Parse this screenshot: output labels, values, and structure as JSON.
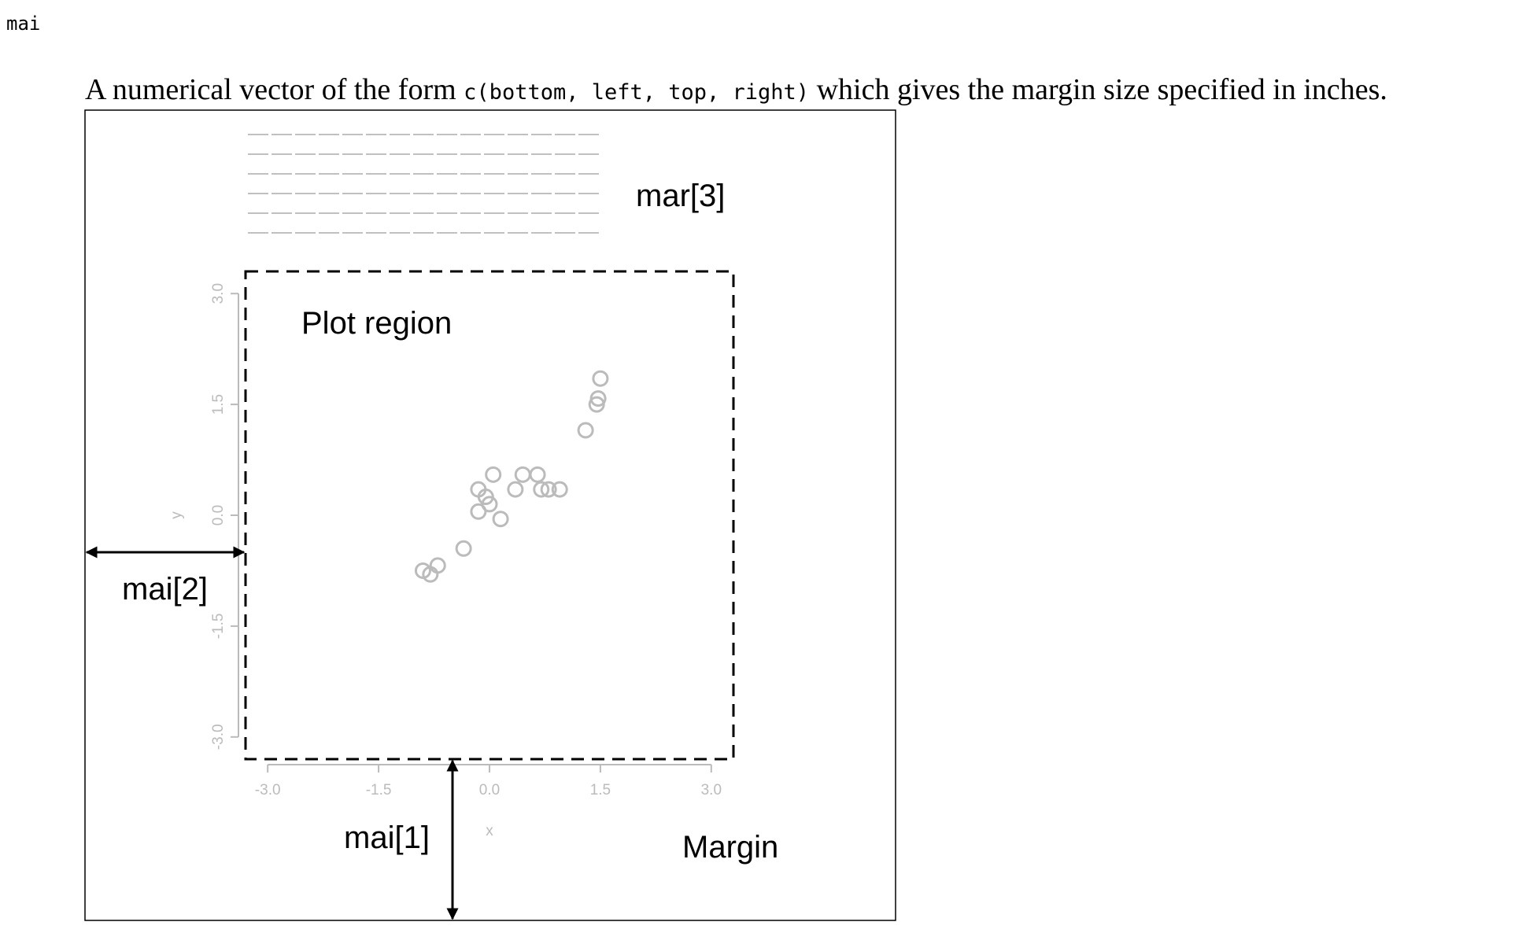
{
  "term": "mai",
  "description": {
    "before": "A numerical vector of the form ",
    "code": "c(bottom, left, top, right)",
    "after": " which gives the margin size specified in inches."
  },
  "figure": {
    "labels": {
      "top_margin": "mar[3]",
      "plot_region": "Plot region",
      "left_margin": "mai[2]",
      "bottom_margin": "mai[1]",
      "margin": "Margin"
    },
    "colors": {
      "axis_gray": "#bbbbbb",
      "ink": "#000000"
    },
    "chart_data": {
      "type": "scatter",
      "xlabel": "x",
      "ylabel": "y",
      "xlim": [
        -3.3,
        3.3
      ],
      "ylim": [
        -3.3,
        3.3
      ],
      "x_ticks": [
        -3.0,
        -1.5,
        0.0,
        1.5,
        3.0
      ],
      "x_tick_labels": [
        "-3.0",
        "-1.5",
        "0.0",
        "1.5",
        "3.0"
      ],
      "y_ticks": [
        -3.0,
        -1.5,
        0.0,
        1.5,
        3.0
      ],
      "y_tick_labels": [
        "-3.0",
        "-1.5",
        "0.0",
        "1.5",
        "3.0"
      ],
      "points": [
        [
          -0.9,
          -0.75
        ],
        [
          -0.8,
          -0.8
        ],
        [
          -0.7,
          -0.68
        ],
        [
          -0.35,
          -0.45
        ],
        [
          -0.15,
          0.05
        ],
        [
          -0.15,
          0.35
        ],
        [
          -0.05,
          0.25
        ],
        [
          0.0,
          0.15
        ],
        [
          0.05,
          0.55
        ],
        [
          0.15,
          -0.05
        ],
        [
          0.35,
          0.35
        ],
        [
          0.45,
          0.55
        ],
        [
          0.65,
          0.55
        ],
        [
          0.7,
          0.35
        ],
        [
          0.8,
          0.35
        ],
        [
          0.95,
          0.35
        ],
        [
          1.3,
          1.15
        ],
        [
          1.45,
          1.5
        ],
        [
          1.47,
          1.58
        ],
        [
          1.5,
          1.85
        ]
      ]
    }
  }
}
